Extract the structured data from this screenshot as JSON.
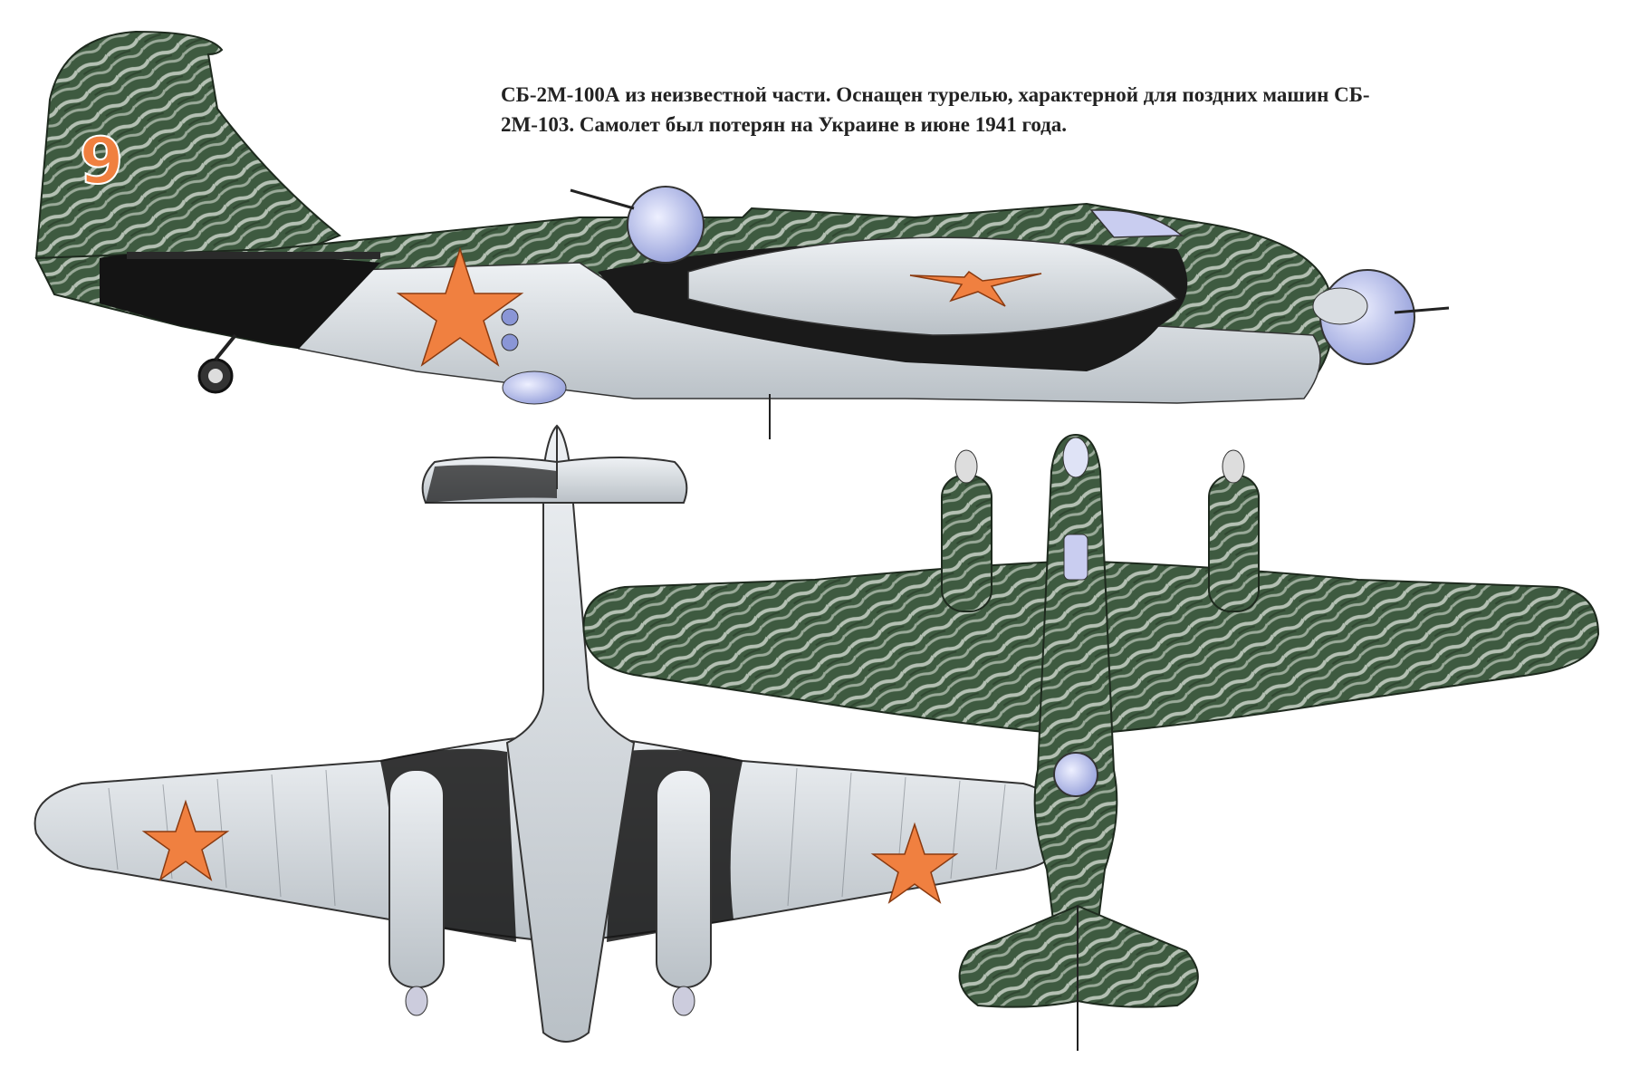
{
  "caption": {
    "line1": "СБ-2М-100А из неизвестной части. Оснащен турелью, характерной для поздних машин СБ-",
    "line2": "2М-103. Самолет был потерян на Украине в июне 1941 года."
  },
  "side_view": {
    "tail_number": "9"
  },
  "colors": {
    "camouflage_green": "#3f5a40",
    "camouflage_light": "#cdd5cc",
    "underside_silver": "#d8dde2",
    "black": "#141414",
    "red_star": "#f08040",
    "turret_blue": "#aab4e8"
  },
  "icons": [
    "red-star-insignia"
  ]
}
